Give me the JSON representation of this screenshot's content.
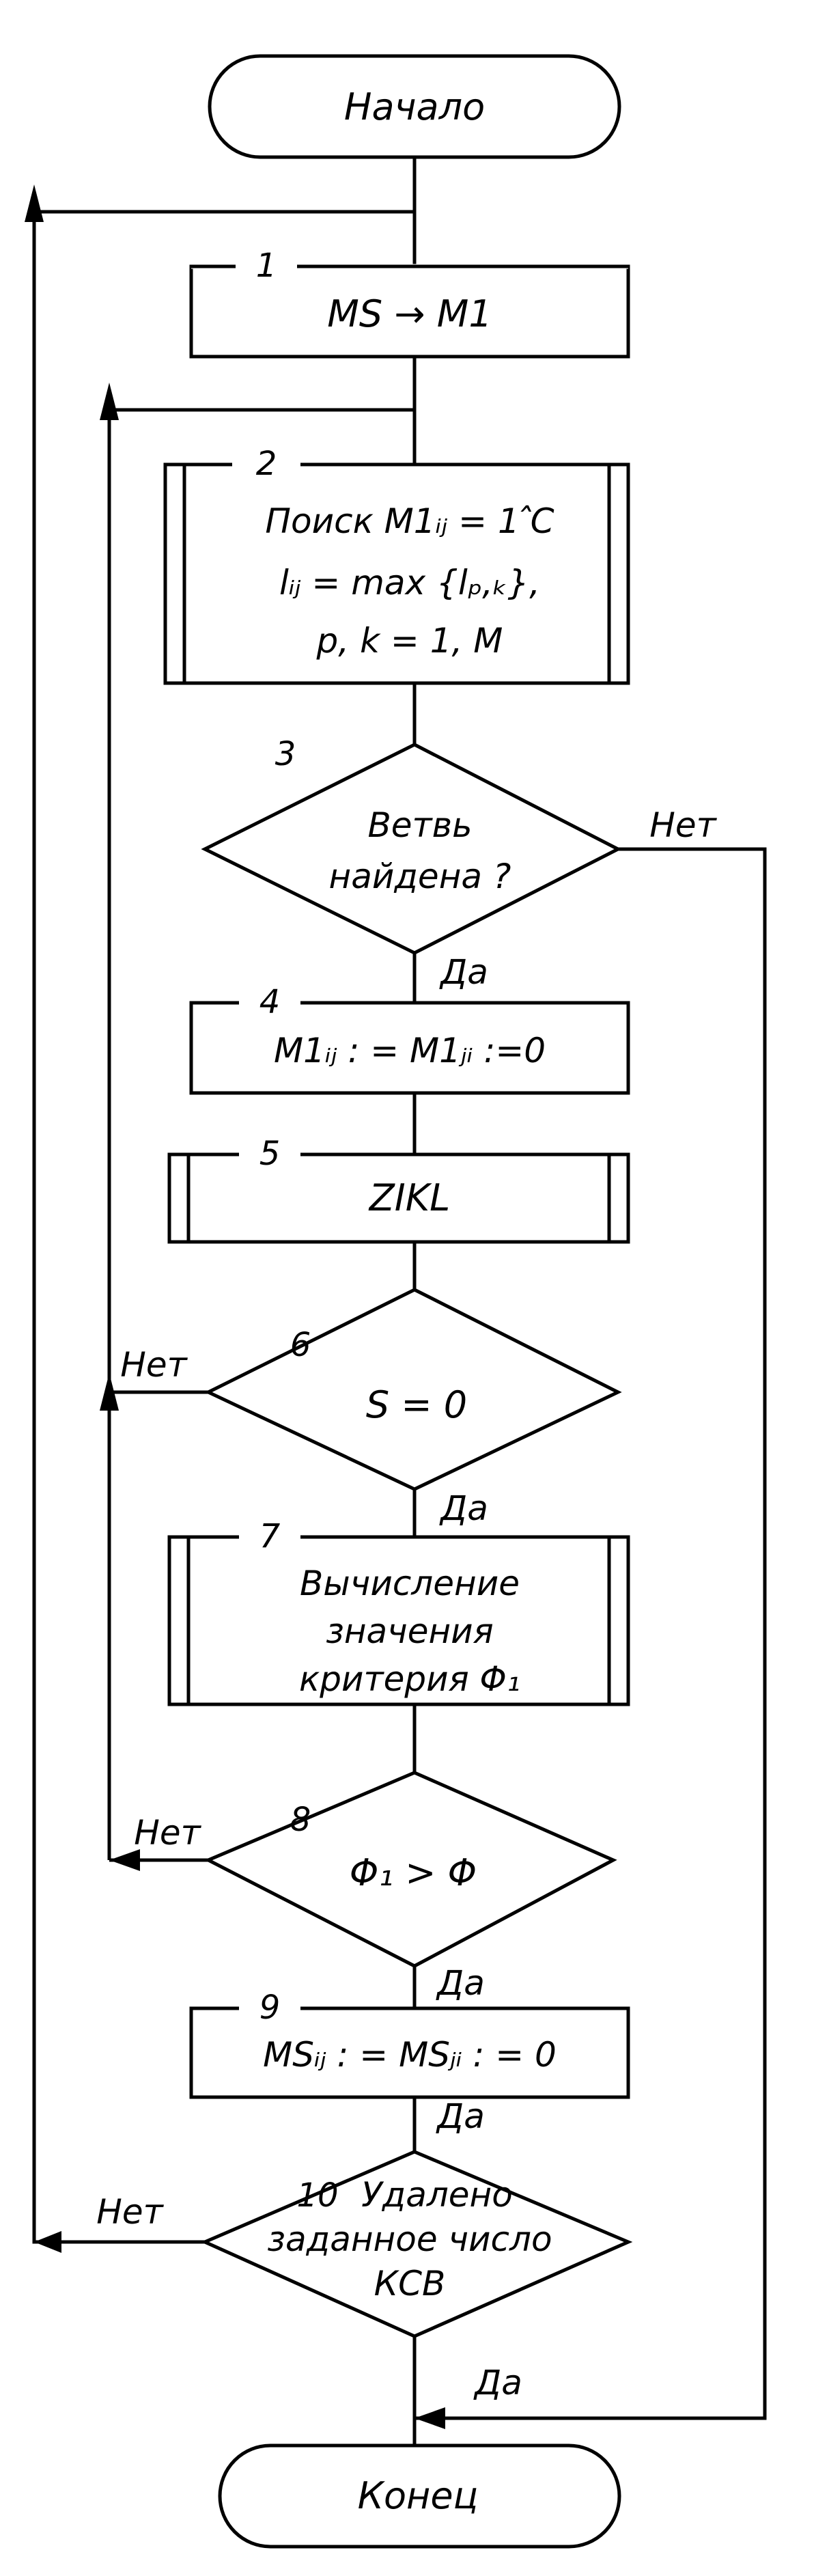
{
  "flowchart": {
    "start": "Начало",
    "end": "Конец",
    "blocks": [
      {
        "num": "1",
        "lines": [
          "MS → M1"
        ]
      },
      {
        "num": "2",
        "lines": [
          "Поиск M1ᵢⱼ = 1 ̂C",
          "lᵢⱼ = max {lₚ,ₖ},",
          "p, k = 1, M"
        ]
      },
      {
        "num": "3",
        "lines": [
          "Ветвь",
          "найдена ?"
        ]
      },
      {
        "num": "4",
        "lines": [
          "M1ᵢⱼ : = M1ⱼᵢ :=0"
        ]
      },
      {
        "num": "5",
        "lines": [
          "ZIKL"
        ]
      },
      {
        "num": "6",
        "lines": [
          "S = 0"
        ]
      },
      {
        "num": "7",
        "lines": [
          "Вычисление",
          "значения",
          "критерия Φ₁"
        ]
      },
      {
        "num": "8",
        "lines": [
          "Φ₁ > Φ"
        ]
      },
      {
        "num": "9",
        "lines": [
          "MSᵢⱼ : = MSⱼᵢ : = 0"
        ]
      },
      {
        "num": "10",
        "lines": [
          "Удалено",
          "заданное число",
          "КСВ"
        ]
      }
    ],
    "labels": {
      "no3": "Нет",
      "yes3": "Да",
      "no6": "Нет",
      "yes6": "Да",
      "no8": "Нет",
      "yes8": "Да",
      "yes9": "Да",
      "no10": "Нет",
      "yes10": "Да"
    }
  }
}
